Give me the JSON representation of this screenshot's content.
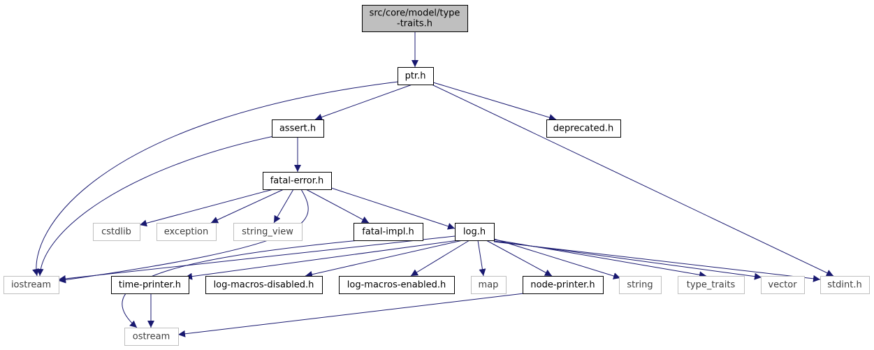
{
  "colors": {
    "edge": "#191970",
    "root_fill": "#bfbfbf",
    "internal_border": "#000000",
    "external_border": "#bfbfbf",
    "background": "#ffffff"
  },
  "nodes": [
    {
      "id": "root",
      "kind": "root",
      "lines": [
        "src/core/model/type",
        "-traits.h"
      ]
    },
    {
      "id": "ptr",
      "kind": "internal",
      "lines": [
        "ptr.h"
      ]
    },
    {
      "id": "assert",
      "kind": "internal",
      "lines": [
        "assert.h"
      ]
    },
    {
      "id": "deprecated",
      "kind": "internal",
      "lines": [
        "deprecated.h"
      ]
    },
    {
      "id": "fatal-error",
      "kind": "internal",
      "lines": [
        "fatal-error.h"
      ]
    },
    {
      "id": "cstdlib",
      "kind": "external",
      "lines": [
        "cstdlib"
      ]
    },
    {
      "id": "exception",
      "kind": "external",
      "lines": [
        "exception"
      ]
    },
    {
      "id": "string_view",
      "kind": "external",
      "lines": [
        "string_view"
      ]
    },
    {
      "id": "fatal-impl",
      "kind": "internal",
      "lines": [
        "fatal-impl.h"
      ]
    },
    {
      "id": "log",
      "kind": "internal",
      "lines": [
        "log.h"
      ]
    },
    {
      "id": "iostream",
      "kind": "external",
      "lines": [
        "iostream"
      ]
    },
    {
      "id": "time-printer",
      "kind": "internal",
      "lines": [
        "time-printer.h"
      ]
    },
    {
      "id": "log-macros-disabled",
      "kind": "internal",
      "lines": [
        "log-macros-disabled.h"
      ]
    },
    {
      "id": "log-macros-enabled",
      "kind": "internal",
      "lines": [
        "log-macros-enabled.h"
      ]
    },
    {
      "id": "map",
      "kind": "external",
      "lines": [
        "map"
      ]
    },
    {
      "id": "node-printer",
      "kind": "internal",
      "lines": [
        "node-printer.h"
      ]
    },
    {
      "id": "string",
      "kind": "external",
      "lines": [
        "string"
      ]
    },
    {
      "id": "type_traits",
      "kind": "external",
      "lines": [
        "type_traits"
      ]
    },
    {
      "id": "vector",
      "kind": "external",
      "lines": [
        "vector"
      ]
    },
    {
      "id": "stdint",
      "kind": "external",
      "lines": [
        "stdint.h"
      ]
    },
    {
      "id": "ostream",
      "kind": "external",
      "lines": [
        "ostream"
      ]
    }
  ],
  "edges": [
    {
      "from": "root",
      "to": "ptr"
    },
    {
      "from": "ptr",
      "to": "assert"
    },
    {
      "from": "ptr",
      "to": "deprecated"
    },
    {
      "from": "ptr",
      "to": "iostream"
    },
    {
      "from": "ptr",
      "to": "stdint"
    },
    {
      "from": "assert",
      "to": "fatal-error"
    },
    {
      "from": "assert",
      "to": "iostream"
    },
    {
      "from": "fatal-error",
      "to": "cstdlib"
    },
    {
      "from": "fatal-error",
      "to": "exception"
    },
    {
      "from": "fatal-error",
      "to": "string_view"
    },
    {
      "from": "fatal-error",
      "to": "fatal-impl"
    },
    {
      "from": "fatal-error",
      "to": "log"
    },
    {
      "from": "fatal-error",
      "to": "iostream"
    },
    {
      "from": "fatal-impl",
      "to": "ostream"
    },
    {
      "from": "log",
      "to": "iostream"
    },
    {
      "from": "log",
      "to": "time-printer"
    },
    {
      "from": "log",
      "to": "log-macros-disabled"
    },
    {
      "from": "log",
      "to": "log-macros-enabled"
    },
    {
      "from": "log",
      "to": "map"
    },
    {
      "from": "log",
      "to": "node-printer"
    },
    {
      "from": "log",
      "to": "string"
    },
    {
      "from": "log",
      "to": "type_traits"
    },
    {
      "from": "log",
      "to": "vector"
    },
    {
      "from": "log",
      "to": "stdint"
    },
    {
      "from": "time-printer",
      "to": "ostream"
    },
    {
      "from": "node-printer",
      "to": "ostream"
    }
  ]
}
